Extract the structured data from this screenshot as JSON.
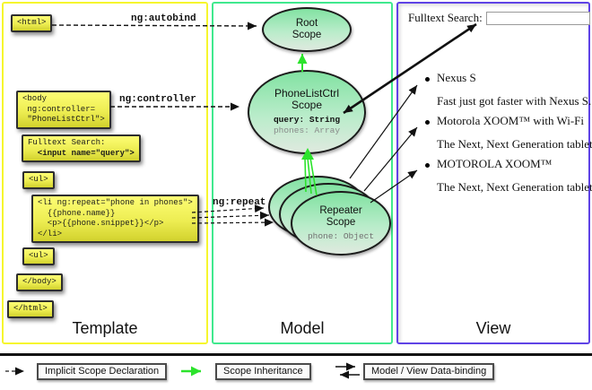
{
  "columns": {
    "template_label": "Template",
    "model_label": "Model",
    "view_label": "View"
  },
  "template": {
    "boxes": {
      "html_open": "<html>",
      "body_open": "<body\n ng:controller=\n \"PhoneListCtrl\">",
      "fulltext_label": "Fulltext Search:",
      "fulltext_input": "  <input name=\"query\">",
      "ul_open": "<ul>",
      "li_repeat": "<li ng:repeat=\"phone in phones\">\n  {{phone.name}}\n  <p>{{phone.snippet}}</p>\n</li>",
      "ul_close": "<ul>",
      "body_close": "</body>",
      "html_close": "</html>"
    },
    "arrow_labels": {
      "autobind": "ng:autobind",
      "controller": "ng:controller",
      "repeat": "ng:repeat"
    }
  },
  "model": {
    "root_scope": {
      "title": "Root\nScope"
    },
    "phonelist_scope": {
      "title": "PhoneListCtrl\nScope",
      "query_prop": "query: String",
      "phones_prop": "phones: Array"
    },
    "repeater_scope": {
      "title": "Repeater\nScope",
      "phone_prop": "phone: Object"
    }
  },
  "view": {
    "search_label": "Fulltext Search:",
    "search_value": "",
    "items": [
      {
        "title": "Nexus S",
        "desc": "Fast just got faster with Nexus S."
      },
      {
        "title": "Motorola XOOM™ with Wi-Fi",
        "desc": "The Next, Next Generation tablet."
      },
      {
        "title": "MOTOROLA XOOM™",
        "desc": "The Next, Next Generation tablet."
      }
    ]
  },
  "legend": {
    "implicit_label": "Implicit Scope Declaration",
    "inheritance_label": "Scope Inheritance",
    "databinding_label": "Model / View Data-binding"
  },
  "colors": {
    "template_border": "#f6f62e",
    "model_border": "#40e98e",
    "view_border": "#5f43e6",
    "code_box_top": "#fdfd74",
    "code_box_bottom": "#d2d22d",
    "scope_fill_top": "#82e2a2",
    "scope_fill_bottom": "#dfeadf",
    "inheritance_green": "#2ce32c",
    "arrow_black": "#111111"
  }
}
